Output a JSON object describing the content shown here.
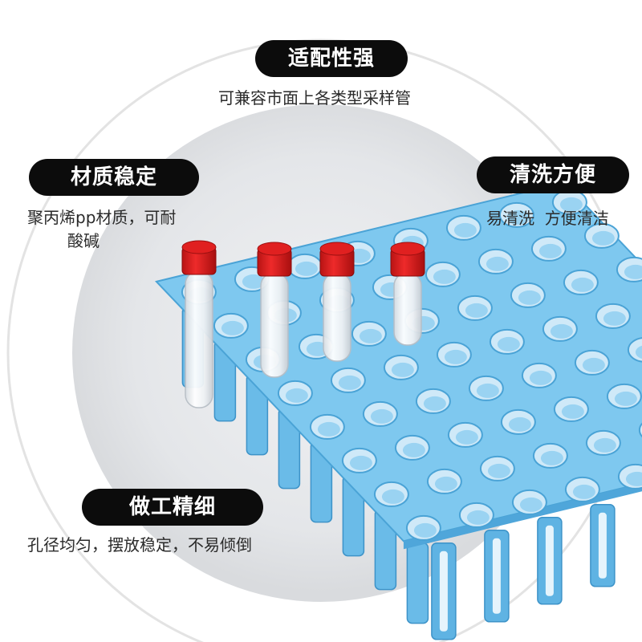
{
  "features": {
    "compat": {
      "title": "适配性强",
      "desc": "可兼容市面上各类型采样管"
    },
    "material": {
      "title": "材质稳定",
      "desc_line1": "聚丙烯pp材质，可耐",
      "desc_line2": "酸碱"
    },
    "cleaning": {
      "title": "清洗方便",
      "desc": "易清洗  方便清洁"
    },
    "craft": {
      "title": "做工精细",
      "desc": "孔径均匀，摆放稳定，不易倾倒"
    }
  },
  "product": {
    "name": "test tube rack",
    "rack_color": "#7ec8ef",
    "cap_color": "#e02020",
    "tube_count": 4
  }
}
